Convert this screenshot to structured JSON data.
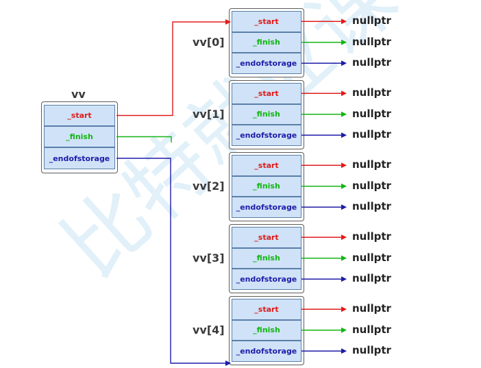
{
  "outer": {
    "name": "vv",
    "fields": [
      "_start",
      "_finish",
      "_endofstorage"
    ]
  },
  "elements": [
    {
      "name": "vv[0]",
      "fields": [
        "_start",
        "_finish",
        "_endofstorage"
      ],
      "targets": [
        "nullptr",
        "nullptr",
        "nullptr"
      ]
    },
    {
      "name": "vv[1]",
      "fields": [
        "_start",
        "_finish",
        "_endofstorage"
      ],
      "targets": [
        "nullptr",
        "nullptr",
        "nullptr"
      ]
    },
    {
      "name": "vv[2]",
      "fields": [
        "_start",
        "_finish",
        "_endofstorage"
      ],
      "targets": [
        "nullptr",
        "nullptr",
        "nullptr"
      ]
    },
    {
      "name": "vv[3]",
      "fields": [
        "_start",
        "_finish",
        "_endofstorage"
      ],
      "targets": [
        "nullptr",
        "nullptr",
        "nullptr"
      ]
    },
    {
      "name": "vv[4]",
      "fields": [
        "_start",
        "_finish",
        "_endofstorage"
      ],
      "targets": [
        "nullptr",
        "nullptr",
        "nullptr"
      ]
    }
  ],
  "colors": {
    "start": "#e01b1b",
    "finish": "#12b512",
    "endofstorage": "#1c1ca8",
    "cell_fill": "#cfe2f7",
    "watermark": "#c9e4f5"
  },
  "watermark": "比特就业课"
}
